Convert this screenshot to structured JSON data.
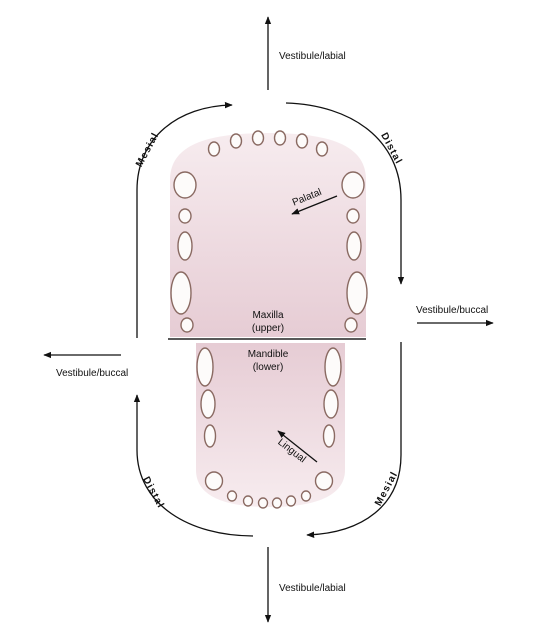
{
  "labels": {
    "vestibule_labial_top": "Vestibule/labial",
    "vestibule_labial_bottom": "Vestibule/labial",
    "vestibule_buccal_right": "Vestibule/buccal",
    "vestibule_buccal_left": "Vestibule/buccal",
    "mesial_upper": "Mesial",
    "distal_upper": "Distal",
    "distal_lower": "Distal",
    "mesial_lower": "Mesial",
    "palatal": "Palatal",
    "lingual": "Lingual",
    "maxilla": "Maxilla",
    "maxilla_sub": "(upper)",
    "mandible": "Mandible",
    "mandible_sub": "(lower)"
  },
  "colors": {
    "arch_fill_light": "#f5e8ec",
    "arch_fill_dark": "#e7cfd6",
    "tooth_fill": "#fdfbfa",
    "tooth_stroke": "#8a6a62",
    "line": "#111111"
  }
}
